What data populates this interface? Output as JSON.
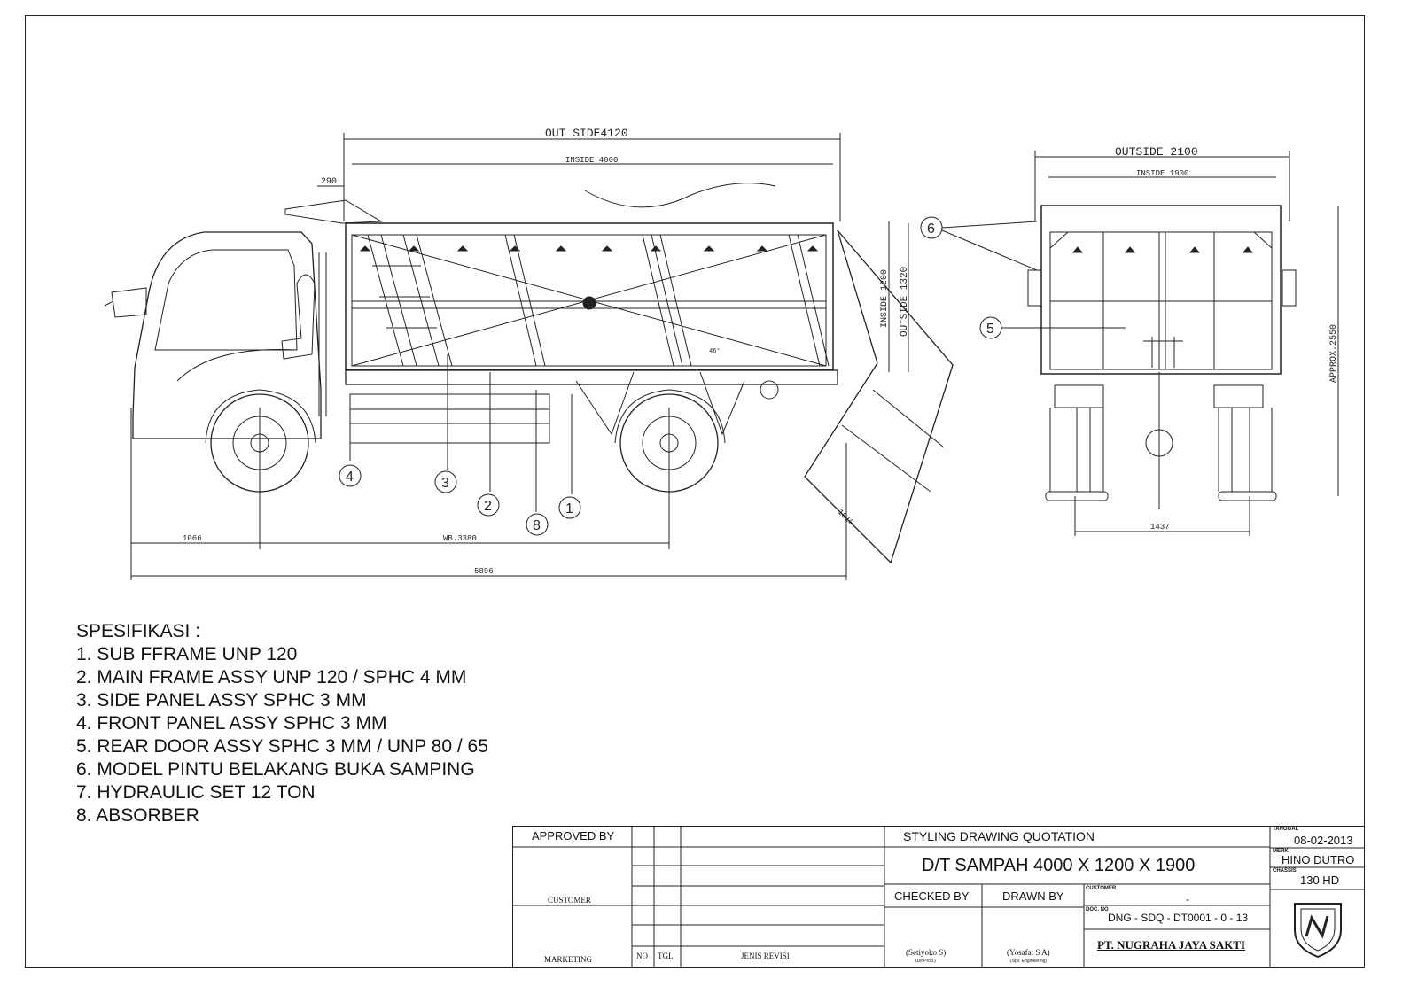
{
  "dimensions": {
    "out_side_4120": "OUT SIDE4120",
    "inside_4000": "INSIDE 4000",
    "d290": "290",
    "inside_1200": "INSIDE 1200",
    "outside_1320": "OUTSIDE 1320",
    "d1066": "1066",
    "wb3380": "WB.3380",
    "d5896": "5896",
    "d1010": "1010",
    "outside_2100": "OUTSIDE 2100",
    "inside_1900": "INSIDE 1900",
    "approx_2550": "APPROX.2550",
    "d1437": "1437",
    "angle": "46°"
  },
  "callouts": {
    "n1": "1",
    "n2": "2",
    "n3": "3",
    "n4": "4",
    "n5": "5",
    "n6": "6",
    "n8": "8"
  },
  "spec": {
    "heading": "SPESIFIKASI :",
    "items": [
      "1. SUB FFRAME UNP 120",
      "2. MAIN FRAME ASSY UNP 120 / SPHC 4 MM",
      "3. SIDE PANEL ASSY SPHC 3 MM",
      "4. FRONT PANEL ASSY SPHC 3 MM",
      "5. REAR DOOR ASSY SPHC 3 MM / UNP 80 / 65",
      "6. MODEL PINTU BELAKANG BUKA SAMPING",
      "7. HYDRAULIC SET 12 TON",
      "8. ABSORBER"
    ]
  },
  "title_block": {
    "approved_by": "APPROVED BY",
    "customer": "CUSTOMER",
    "marketing": "MARKETING",
    "no": "NO",
    "tgl": "TGL",
    "jenis_revisi": "JENIS REVISI",
    "styling": "STYLING DRAWING QUOTATION",
    "title": "D/T SAMPAH 4000 X 1200 X 1900",
    "checked_by": "CHECKED BY",
    "drawn_by": "DRAWN BY",
    "checker_name": "(Setiyoko S)",
    "checker_role": "(Dir.Prod.)",
    "drawer_name": "(Yosafat S A)",
    "drawer_role": "(Spv. Engineering)",
    "customer_label": "CUSTOMER",
    "customer_value": "-",
    "doc_label": "DOC. NO",
    "doc_no": "DNG - SDQ - DT0001 - 0 - 13",
    "company": "PT. NUGRAHA JAYA SAKTI",
    "tanggal_label": "TANGGAL",
    "tanggal": "08-02-2013",
    "merk_label": "MERK",
    "merk": "HINO DUTRO",
    "chassis_label": "CHASSIS",
    "chassis": "130 HD"
  }
}
